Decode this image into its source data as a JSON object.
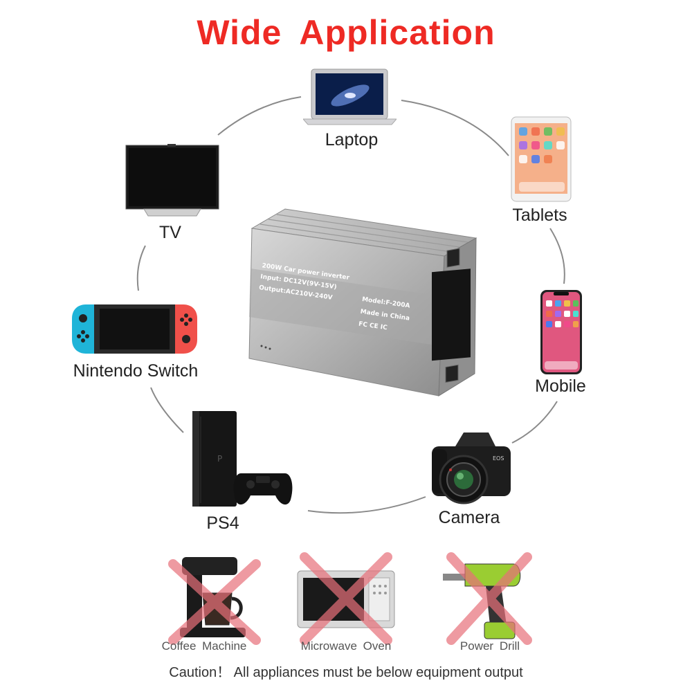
{
  "title": "Wide  Application",
  "product": {
    "line1": "200W Car power inverter",
    "line2": "Input: DC12V(9V-15V)",
    "line3": "Output:AC210V-240V",
    "model": "Model:F-200A",
    "made": "Made in China",
    "marks": "FC CE  IC"
  },
  "devices": [
    {
      "label": "Laptop",
      "icon": "laptop-icon"
    },
    {
      "label": "Tablets",
      "icon": "tablet-icon"
    },
    {
      "label": "Mobile",
      "icon": "mobile-icon"
    },
    {
      "label": "Camera",
      "icon": "camera-icon"
    },
    {
      "label": "PS4",
      "icon": "ps4-icon"
    },
    {
      "label": "Nintendo  Switch",
      "icon": "nintendo-switch-icon"
    },
    {
      "label": "TV",
      "icon": "tv-icon"
    }
  ],
  "not_supported": [
    {
      "label": "Coffee  Machine",
      "icon": "coffee-machine-icon"
    },
    {
      "label": "Microwave  Oven",
      "icon": "microwave-oven-icon"
    },
    {
      "label": "Power  Drill",
      "icon": "power-drill-icon"
    }
  ],
  "caution": "Caution！ All appliances must be below equipment output",
  "colors": {
    "title": "#ee2a24",
    "cross": "#e8707a",
    "ring": "#888888"
  }
}
